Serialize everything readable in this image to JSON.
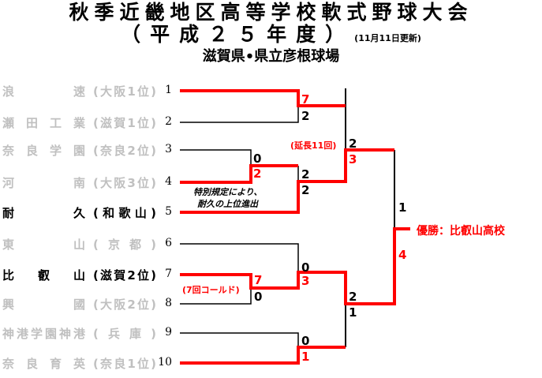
{
  "header": {
    "title": "秋季近畿地区高等学校軟式野球大会",
    "subtitle": "（平成２５年度）",
    "updated": "(11月11日更新)",
    "venue": "滋賀県•県立彦根球場"
  },
  "teams": [
    {
      "seed": "1",
      "name": "浪速",
      "pref": "(大阪1位)",
      "winner": false
    },
    {
      "seed": "2",
      "name": "瀬田工業",
      "pref": "(滋賀1位)",
      "winner": false
    },
    {
      "seed": "3",
      "name": "奈良学園",
      "pref": "(奈良2位)",
      "winner": false
    },
    {
      "seed": "4",
      "name": "河南",
      "pref": "(大阪3位)",
      "winner": false
    },
    {
      "seed": "5",
      "name": "耐久",
      "pref": "(和歌山)",
      "winner": true
    },
    {
      "seed": "6",
      "name": "東山",
      "pref": "(京都)",
      "winner": false
    },
    {
      "seed": "7",
      "name": "比叡山",
      "pref": "(滋賀2位)",
      "winner": true
    },
    {
      "seed": "8",
      "name": "興國",
      "pref": "(大阪2位)",
      "winner": false
    },
    {
      "seed": "9",
      "name": "神港学園神港",
      "pref": "(兵庫)",
      "winner": false
    },
    {
      "seed": "10",
      "name": "奈良育英",
      "pref": "(奈良1位)",
      "winner": false
    }
  ],
  "scores": {
    "g1a": "7",
    "g1b": "2",
    "g2a": "0",
    "g2b": "2",
    "g3a": "2",
    "g3b": "2",
    "g4a": "2",
    "g4b": "3",
    "g5a": "7",
    "g5b": "0",
    "g6a": "0",
    "g6b": "3",
    "g7a": "0",
    "g7b": "1",
    "g8a": "2",
    "g8b": "1",
    "fa": "1",
    "fb": "4"
  },
  "notes": {
    "extra": "(延長11回)",
    "called": "(7回コールド)",
    "special1": "特別規定により、",
    "special2": "耐久の上位進出"
  },
  "champion": "優勝：比叡山高校",
  "colors": {
    "win": "#ff0000",
    "line": "#000000",
    "loser_text": "#c0c0c0"
  }
}
